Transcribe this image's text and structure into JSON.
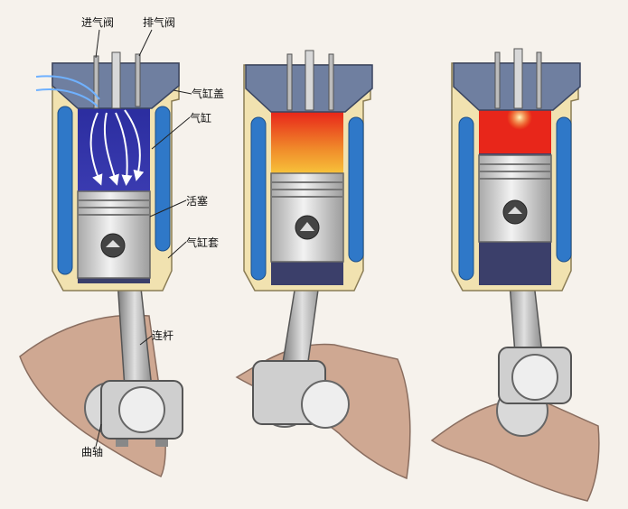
{
  "labels": {
    "intake_valve": "进气阀",
    "exhaust_valve": "排气阀",
    "cylinder_head": "气缸盖",
    "cylinder": "气缸",
    "piston": "活塞",
    "cylinder_jacket": "气缸套",
    "connecting_rod": "连杆",
    "crankshaft": "曲轴"
  },
  "colors": {
    "background": "#f6f2ec",
    "jacket": "#f1e2b0",
    "coolant": "#2f78c8",
    "head": "#6f7fa0",
    "intake_charge": "#2b2fa3",
    "combustion_hot": "#e8261a",
    "combustion_warm": "#f7c23a",
    "piston": "#e6e6e6",
    "crank_web": "#cfa892"
  }
}
